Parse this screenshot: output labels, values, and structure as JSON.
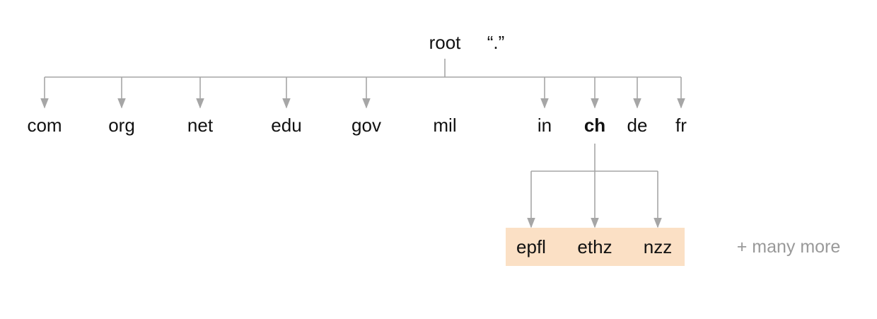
{
  "root": {
    "label": "root",
    "dot_label": "“.”"
  },
  "top_level_domains": [
    "com",
    "org",
    "net",
    "edu",
    "gov",
    "mil",
    "in",
    "ch",
    "de",
    "fr"
  ],
  "highlighted_domain": "ch",
  "ch_children": [
    "epfl",
    "ethz",
    "nzz"
  ],
  "more_label": "+ many more",
  "colors": {
    "line": "#a6a6a6",
    "text": "#111111",
    "highlight_text": "#ee3a1c",
    "child_box": "#fbe0c5",
    "muted_text": "#999999"
  }
}
